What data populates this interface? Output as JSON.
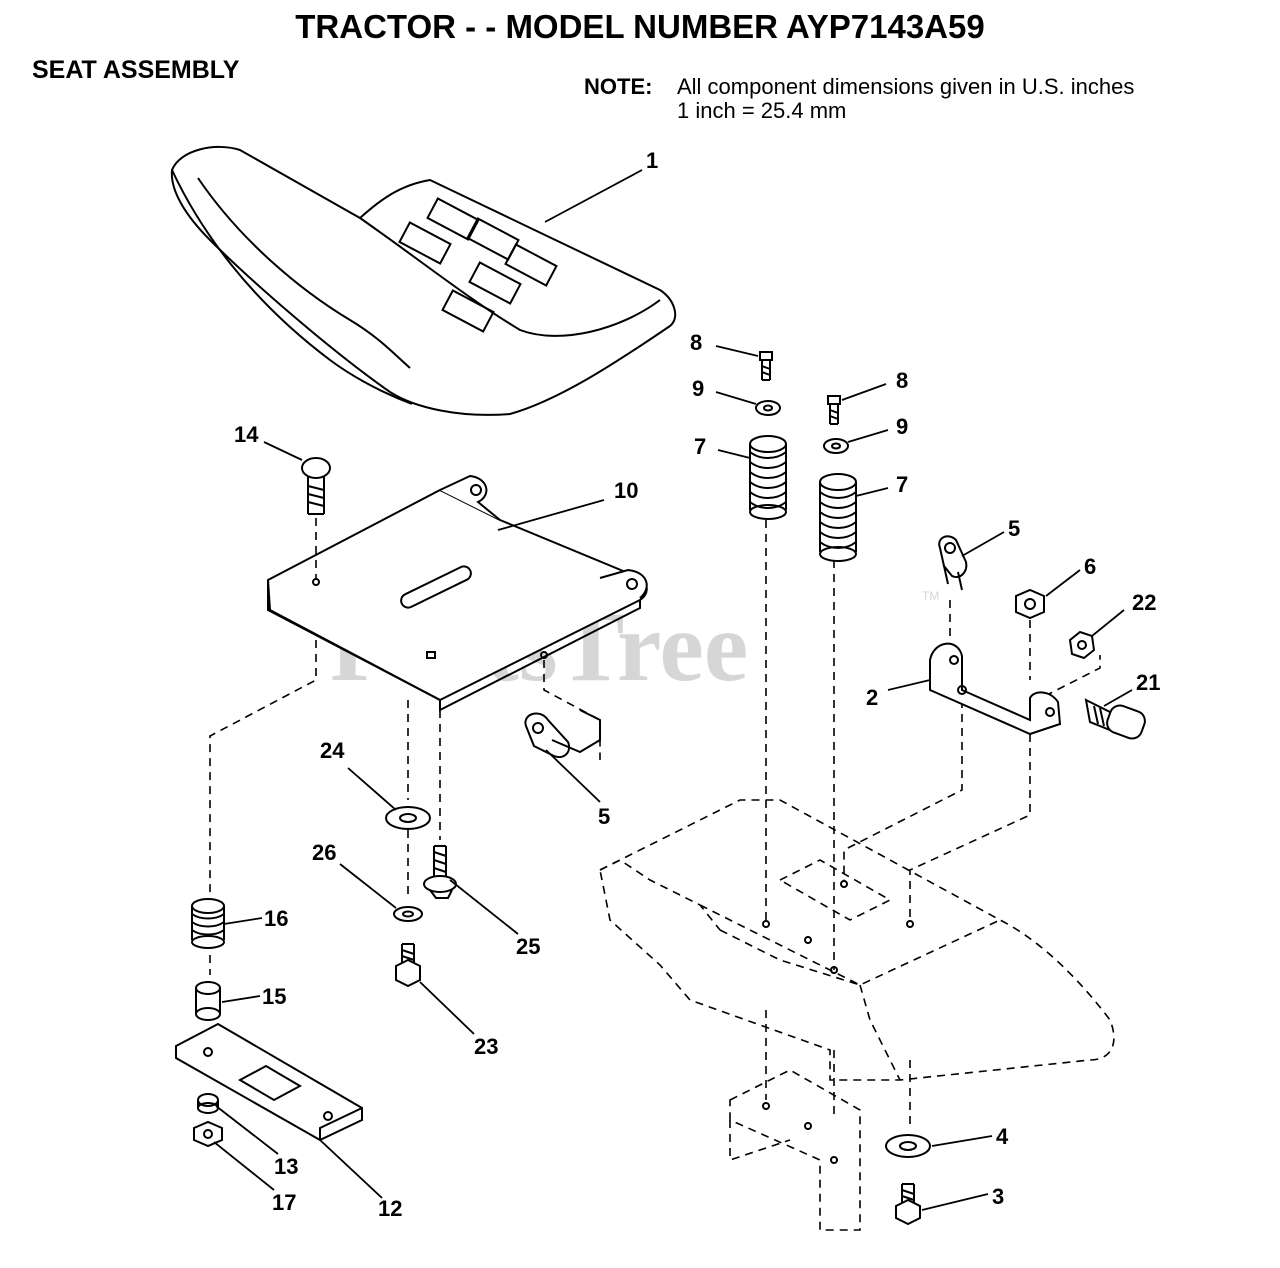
{
  "header": {
    "title": "TRACTOR - - MODEL NUMBER AYP7143A59",
    "section": "SEAT ASSEMBLY",
    "note_label": "NOTE:",
    "note_line1": "All component dimensions given in U.S. inches",
    "note_line2": "1 inch = 25.4 mm"
  },
  "watermark": {
    "text": "PartsTree",
    "tm": "TM"
  },
  "callouts": {
    "c1": "1",
    "c2": "2",
    "c3": "3",
    "c4": "4",
    "c5a": "5",
    "c5b": "5",
    "c6": "6",
    "c7a": "7",
    "c7b": "7",
    "c8a": "8",
    "c8b": "8",
    "c9a": "9",
    "c9b": "9",
    "c10": "10",
    "c12": "12",
    "c13": "13",
    "c14": "14",
    "c15": "15",
    "c16": "16",
    "c17": "17",
    "c21": "21",
    "c22": "22",
    "c23": "23",
    "c24": "24",
    "c25": "25",
    "c26": "26"
  }
}
